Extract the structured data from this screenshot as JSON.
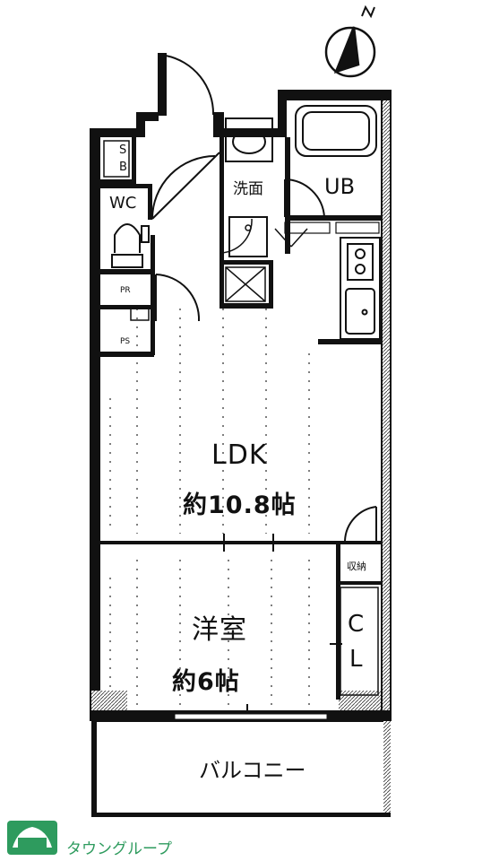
{
  "rooms": {
    "ldk": {
      "name": "LDK",
      "area": "約10.8帖"
    },
    "western": {
      "name": "洋室",
      "area": "約6帖"
    },
    "balcony": {
      "name": "バルコニー"
    },
    "closet": {
      "name": "C\nL",
      "c": "C",
      "l": "L"
    },
    "wc": {
      "name": "WC"
    },
    "ub": {
      "name": "UB"
    },
    "washroom": {
      "name": "洗面"
    },
    "storage": {
      "name": "収納"
    },
    "sb": {
      "s": "S",
      "b": "B"
    },
    "ps": {
      "name": "PS"
    },
    "pr": {
      "name": "PR"
    }
  },
  "logo": {
    "name": "タウングループ"
  },
  "colors": {
    "wall": "#111111",
    "dots": "#555555",
    "logo": "#2e9b5e"
  }
}
